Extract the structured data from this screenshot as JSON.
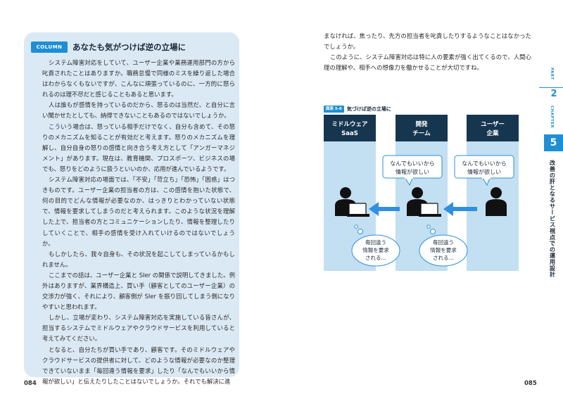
{
  "left_page": {
    "column_tag": "COLUMN",
    "column_title": "あなたも気がつけば逆の立場に",
    "paragraphs": [
      "システム障害対応をしていて、ユーザー企業や業務運用部門の方から叱責されたことはありますか。職務怠慢で同様のミスを繰り返した場合はわからなくもないですが、こんなに頑張っているのに、一方的に怒られるのは理不尽だと感じることもあると思います。",
      "人は誰もが感情を持っているのだから、怒るのは当然だ、と自分に言い聞かせたとしても、納得できないこともあるのではないでしょうか。",
      "こういう場合は、怒っている相手だけでなく、自分も含めて、その怒りのメカニズムを知ることが有効だと考えます。怒りのメカニズムを理解し、自分自身の怒りの感情と向き合う考え方として「アンガーマネジメント」があります。現在は、教育機関、プロスポーツ、ビジネスの場でも、怒りをどのように扱うといいのか、応用が進んでいるようです。",
      "システム障害対応の場面では、「不安」「苛立ち」「恐怖」「困惑」はつきものです。ユーザー企業の担当者の方は、この感情を抱いた状態で、何の目的でどんな情報が必要なのか、はっきりとわかっていない状態で、情報を要求してしまうのだと考えられます。このような状況を理解した上で、担当者の方とコミュニケーションしたり、情報を整理したりしていくことで、相手の感情を受け入れていけるのではないでしょうか。",
      "もしかしたら、我々自身も、その状況を起こしてしまっているかもしれません。",
      "ここまでの話は、ユーザー企業と SIer の関係で説明してきました。例外はありますが、業界構造上、買い手（顧客としてのユーザー企業）の交渉力が強く、それにより、顧客側が SIer を振り回してしまう側になりやすいと思われます。",
      "しかし、立場が変わり、システム障害対応を実施している皆さんが、担当するシステムでミドルウェアやクラウドサービスを利用していると考えてみてください。",
      "となると、自分たちが買い手であり、顧客です。そのミドルウェアやクラウドサービスの提供者に対して、どのような情報が必要なのか整理できていないまま「毎回違う情報を要求」したり「なんでもいいから情報が欲しい」と伝えたりしたことはないでしょうか。それでも解決に進"
    ],
    "page_number": "084"
  },
  "right_page": {
    "paragraphs": [
      "まなければ、焦ったり、先方の担当者を叱責したりするようなことはなかったでしょうか。",
      "このように、システム障害対応は特に人の要素が強く出てくるので、人間心理の理解や、相手への想像力を働かせることが大切ですね。"
    ],
    "figure_number": "図表 5-6",
    "figure_title": "気づけば逆の立場に",
    "diagram": {
      "roles": [
        {
          "line1": "ミドルウェア",
          "line2": "SaaS"
        },
        {
          "line1": "開発",
          "line2": "チーム"
        },
        {
          "line1": "ユーザー",
          "line2": "企業"
        }
      ],
      "speech_bubbles": [
        {
          "line1": "なんでもいいから",
          "line2": "情報が欲しい"
        },
        {
          "line1": "なんでもいいから",
          "line2": "情報が欲しい"
        }
      ],
      "thought_bubbles": [
        {
          "line1": "毎回違う",
          "line2": "情報を要求",
          "line3": "される…"
        },
        {
          "line1": "毎回違う",
          "line2": "情報を要求",
          "line3": "される…"
        }
      ]
    },
    "page_number": "085"
  },
  "side_tab": {
    "part_label": "PART",
    "part_number": "2",
    "chapter_label": "CHAPTER",
    "chapter_number": "5",
    "chapter_title": "改善の肝となるサービス視点での運用設計"
  },
  "colors": {
    "accent_blue": "#1f8fd4",
    "column_bg": "#dbe9f5",
    "header_dark": "#163650",
    "lane_bg": "#c3dff2",
    "arrow_blue": "#2f8fe0"
  }
}
